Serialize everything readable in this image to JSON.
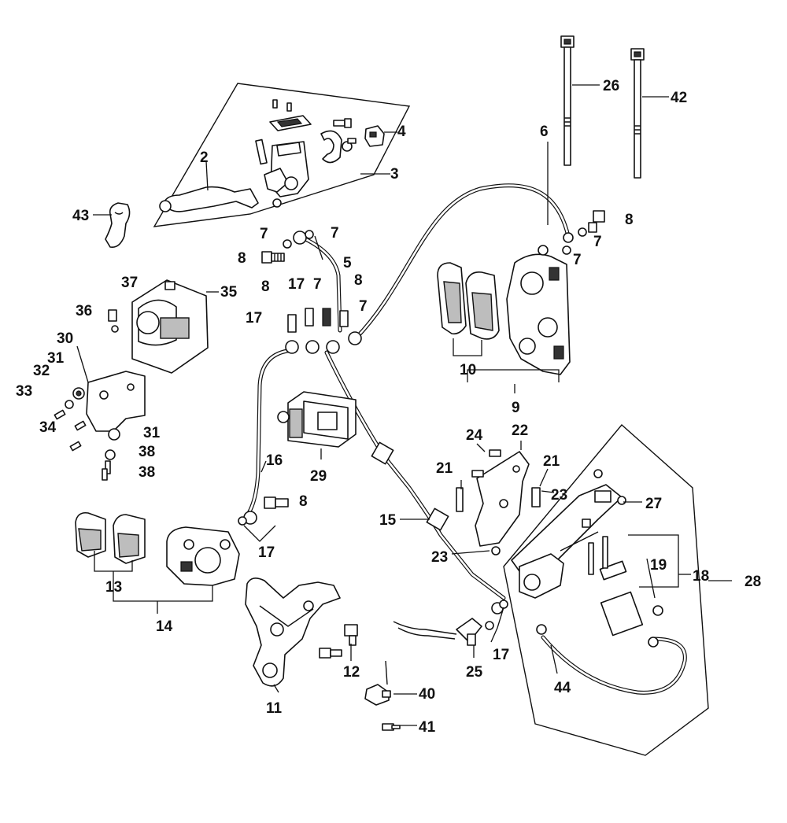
{
  "callouts": [
    {
      "id": "c2",
      "text": "2"
    },
    {
      "id": "c3",
      "text": "3"
    },
    {
      "id": "c4",
      "text": "4"
    },
    {
      "id": "c5",
      "text": "5"
    },
    {
      "id": "c6",
      "text": "6"
    },
    {
      "id": "c7a",
      "text": "7"
    },
    {
      "id": "c7b",
      "text": "7"
    },
    {
      "id": "c7c",
      "text": "7"
    },
    {
      "id": "c7d",
      "text": "7"
    },
    {
      "id": "c7e",
      "text": "7"
    },
    {
      "id": "c7f",
      "text": "7"
    },
    {
      "id": "c8a",
      "text": "8"
    },
    {
      "id": "c8b",
      "text": "8"
    },
    {
      "id": "c8c",
      "text": "8"
    },
    {
      "id": "c8d",
      "text": "8"
    },
    {
      "id": "c8e",
      "text": "8"
    },
    {
      "id": "c9",
      "text": "9"
    },
    {
      "id": "c10",
      "text": "10"
    },
    {
      "id": "c11",
      "text": "11"
    },
    {
      "id": "c12",
      "text": "12"
    },
    {
      "id": "c13",
      "text": "13"
    },
    {
      "id": "c14",
      "text": "14"
    },
    {
      "id": "c15",
      "text": "15"
    },
    {
      "id": "c16",
      "text": "16"
    },
    {
      "id": "c17a",
      "text": "17"
    },
    {
      "id": "c17b",
      "text": "17"
    },
    {
      "id": "c17c",
      "text": "17"
    },
    {
      "id": "c17d",
      "text": "17"
    },
    {
      "id": "c18",
      "text": "18"
    },
    {
      "id": "c19",
      "text": "19"
    },
    {
      "id": "c21a",
      "text": "21"
    },
    {
      "id": "c21b",
      "text": "21"
    },
    {
      "id": "c22",
      "text": "22"
    },
    {
      "id": "c23a",
      "text": "23"
    },
    {
      "id": "c23b",
      "text": "23"
    },
    {
      "id": "c24",
      "text": "24"
    },
    {
      "id": "c25",
      "text": "25"
    },
    {
      "id": "c26",
      "text": "26"
    },
    {
      "id": "c27",
      "text": "27"
    },
    {
      "id": "c28",
      "text": "28"
    },
    {
      "id": "c29",
      "text": "29"
    },
    {
      "id": "c30",
      "text": "30"
    },
    {
      "id": "c31a",
      "text": "31"
    },
    {
      "id": "c31b",
      "text": "31"
    },
    {
      "id": "c32",
      "text": "32"
    },
    {
      "id": "c33",
      "text": "33"
    },
    {
      "id": "c34",
      "text": "34"
    },
    {
      "id": "c35",
      "text": "35"
    },
    {
      "id": "c36",
      "text": "36"
    },
    {
      "id": "c37",
      "text": "37"
    },
    {
      "id": "c38a",
      "text": "38"
    },
    {
      "id": "c38b",
      "text": "38"
    },
    {
      "id": "c40",
      "text": "40"
    },
    {
      "id": "c41",
      "text": "41"
    },
    {
      "id": "c42",
      "text": "42"
    },
    {
      "id": "c43",
      "text": "43"
    },
    {
      "id": "c44",
      "text": "44"
    }
  ]
}
